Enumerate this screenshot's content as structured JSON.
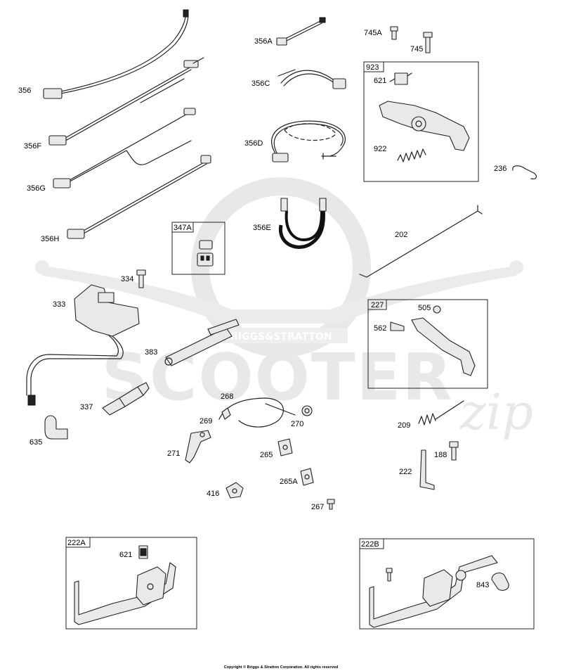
{
  "watermark": {
    "brand": "BRIGGS&STRATTON",
    "name": "SCOOTER",
    "script": "zip"
  },
  "copyright": "Copyright © Briggs & Stratton Corporation. All rights reserved",
  "labels": {
    "p356": "356",
    "p356A": "356A",
    "p356C": "356C",
    "p356D": "356D",
    "p356E": "356E",
    "p356F": "356F",
    "p356G": "356G",
    "p356H": "356H",
    "p745A": "745A",
    "p745": "745",
    "p923": "923",
    "p621a": "621",
    "p922": "922",
    "p236": "236",
    "p347A": "347A",
    "p334": "334",
    "p333": "333",
    "p202": "202",
    "p227": "227",
    "p505": "505",
    "p562": "562",
    "p383": "383",
    "p337": "337",
    "p268": "268",
    "p269": "269",
    "p270": "270",
    "p209": "209",
    "p635": "635",
    "p271": "271",
    "p265": "265",
    "p188": "188",
    "p222": "222",
    "p265A": "265A",
    "p416": "416",
    "p267": "267",
    "p222A": "222A",
    "p621b": "621",
    "p222B": "222B",
    "p843": "843"
  }
}
